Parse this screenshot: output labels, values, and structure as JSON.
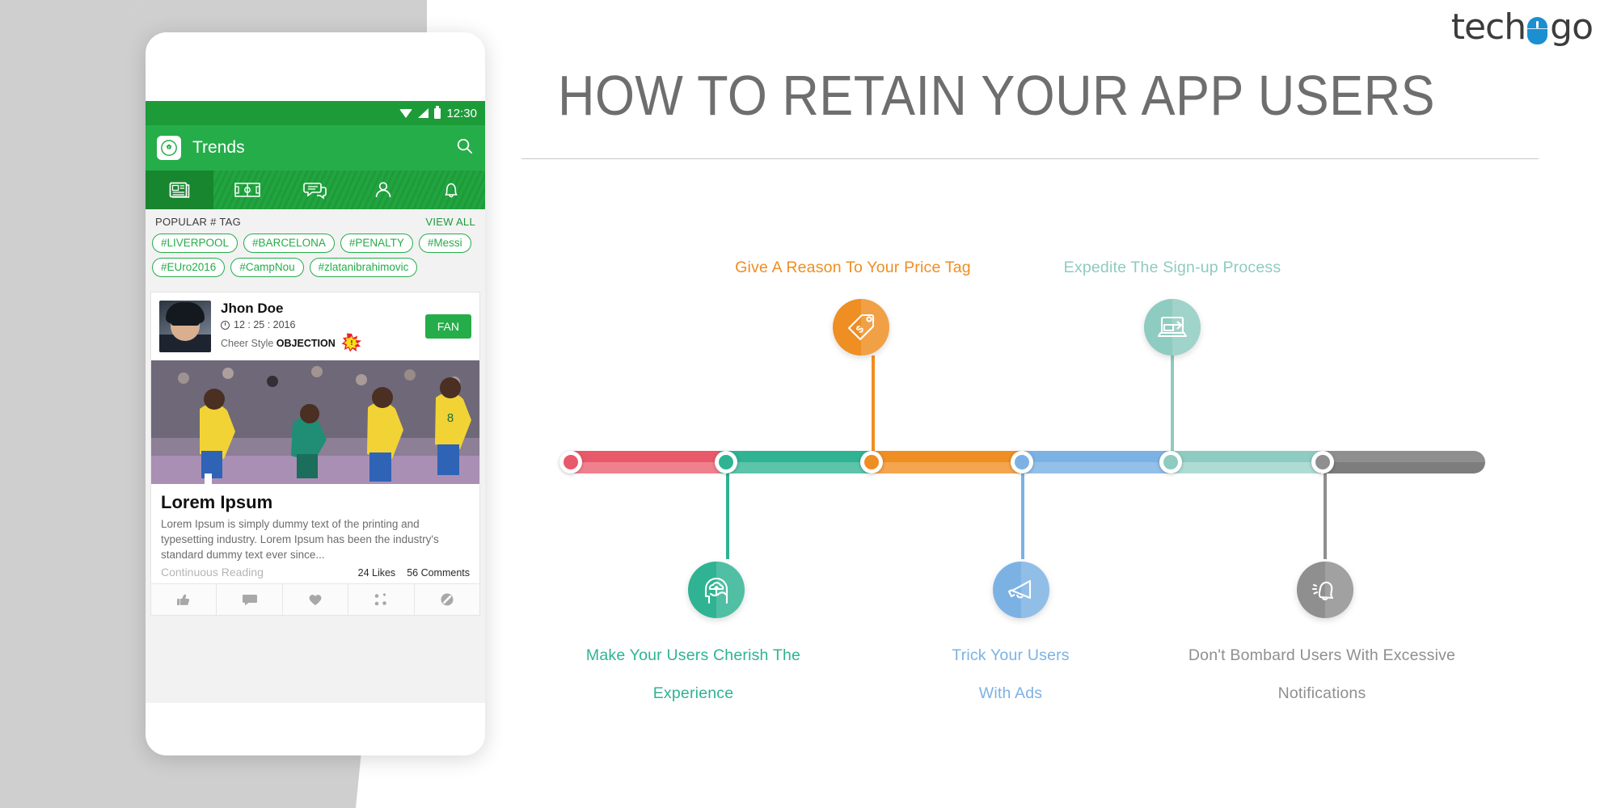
{
  "brand": {
    "name_part1": "tech",
    "name_part2": "go",
    "mouse_icon": "computer-mouse-icon"
  },
  "header": {
    "title": "HOW TO RETAIN YOUR APP USERS"
  },
  "phone": {
    "status_bar": {
      "time": "12:30",
      "icons": [
        "wifi-icon",
        "signal-icon",
        "battery-icon"
      ]
    },
    "app_bar": {
      "title": "Trends",
      "logo_icon": "soccer-ball-icon",
      "search_icon": "search-icon"
    },
    "tabs": [
      {
        "name": "news-tab",
        "icon": "newspaper-icon",
        "active": true
      },
      {
        "name": "matches-tab",
        "icon": "soccer-field-icon",
        "active": false
      },
      {
        "name": "chat-tab",
        "icon": "chat-bubble-icon",
        "active": false
      },
      {
        "name": "profile-tab",
        "icon": "user-icon",
        "active": false
      },
      {
        "name": "notifications-tab",
        "icon": "bell-icon",
        "active": false
      }
    ],
    "tag_section": {
      "heading": "POPULAR # TAG",
      "view_all": "VIEW ALL",
      "row1": [
        "#LIVERPOOL",
        "#BARCELONA",
        "#PENALTY",
        "#Messi"
      ],
      "row2": [
        "#EUro2016",
        "#CampNou",
        "#zlatanibrahimovic"
      ]
    },
    "post": {
      "user_name": "Jhon Doe",
      "date": "12 : 25 : 2016",
      "cheer_label": "Cheer Style",
      "cheer_value": "OBJECTION",
      "fan_button": "FAN",
      "avatar_icon": "user-avatar-photo",
      "burst_icon": "objection-burst-icon",
      "photo_icon": "soccer-match-photo",
      "article_title": "Lorem Ipsum",
      "article_text": "Lorem Ipsum is simply dummy text of the printing and typesetting industry. Lorem Ipsum has been the industry's standard dummy text ever since...",
      "continue_link": "Continuous Reading",
      "likes": "24 Likes",
      "comments": "56 Comments",
      "actions": [
        {
          "name": "like-action",
          "icon": "thumbs-up-icon"
        },
        {
          "name": "comment-action",
          "icon": "comment-icon"
        },
        {
          "name": "favorite-action",
          "icon": "heart-icon"
        },
        {
          "name": "share-action",
          "icon": "share-icon"
        },
        {
          "name": "block-action",
          "icon": "block-icon"
        }
      ]
    }
  },
  "timeline": {
    "segments": [
      {
        "name": "segment-1",
        "color_top": "#e8596a",
        "color_bottom": "#f0808d"
      },
      {
        "name": "segment-2",
        "color_top": "#2fb393",
        "color_bottom": "#5cc4ab"
      },
      {
        "name": "segment-3",
        "color_top": "#ef8e22",
        "color_bottom": "#f4a54e"
      },
      {
        "name": "segment-4",
        "color_top": "#7cb2e3",
        "color_bottom": "#92c0e8"
      },
      {
        "name": "segment-5",
        "color_top": "#8ecbc0",
        "color_bottom": "#aedcd4"
      },
      {
        "name": "segment-6",
        "color_top": "#8f8f8f",
        "color_bottom": "#7d7d7d"
      }
    ],
    "steps": [
      {
        "id": "cherish-experience",
        "label_line1": "Make Your Users Cherish The",
        "label_line2": "Experience",
        "color": "#2fb393",
        "icon": "head-brain-idea-icon",
        "position": "below"
      },
      {
        "id": "price-tag-reason",
        "label_line1": "Give A Reason To Your Price Tag",
        "label_line2": "",
        "color": "#ef8e22",
        "icon": "price-tag-dollar-icon",
        "position": "above"
      },
      {
        "id": "trick-with-ads",
        "label_line1": "Trick Your Users",
        "label_line2": "With Ads",
        "color": "#7cb2e3",
        "icon": "megaphone-icon",
        "position": "below"
      },
      {
        "id": "expedite-signup",
        "label_line1": "Expedite The Sign-up Process",
        "label_line2": "",
        "color": "#8ecbc0",
        "icon": "laptop-signup-arrow-icon",
        "position": "above"
      },
      {
        "id": "excessive-notifications",
        "label_line1": "Don't Bombard Users With Excessive",
        "label_line2": "Notifications",
        "color": "#8f8f8f",
        "icon": "ringing-bell-icon",
        "position": "below"
      }
    ]
  }
}
